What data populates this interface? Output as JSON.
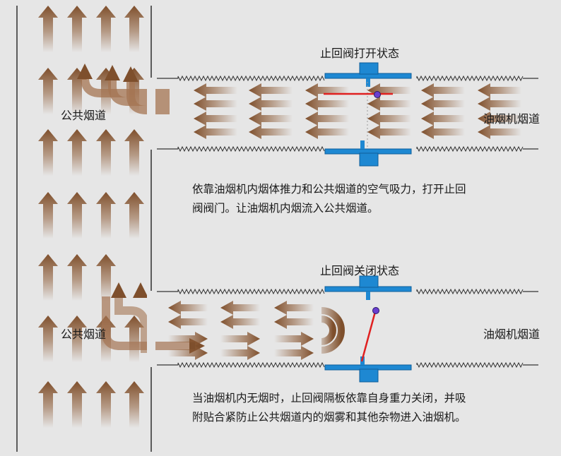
{
  "top": {
    "title": "止回阀打开状态",
    "public_label": "公共烟道",
    "hood_label": "油烟机烟道",
    "desc_line1": "依靠油烟机内烟体推力和公共烟道的空气吸力，打开止回",
    "desc_line2": "阀阀门。让油烟机内烟流入公共烟道。"
  },
  "bottom": {
    "title": "止回阀关闭状态",
    "public_label": "公共烟道",
    "hood_label": "油烟机烟道",
    "desc_line1": "当油烟机内无烟时，止回阀隔板依靠自身重力关闭，并吸",
    "desc_line2": "附贴合紧防止公共烟道内的烟雾和其他杂物进入油烟机。"
  },
  "colors": {
    "background": "#e6e6e6",
    "arrow_brown": "#8c5a35",
    "valve_blue": "#1e88d2",
    "valve_plate_red": "#e02020",
    "hinge_purple": "#6a3fd0",
    "line_dark": "#222222"
  }
}
